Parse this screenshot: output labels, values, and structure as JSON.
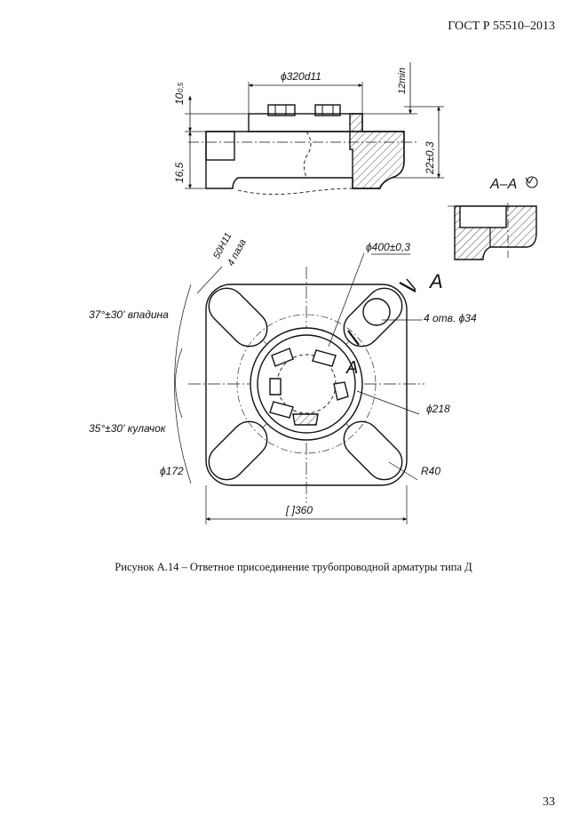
{
  "header": {
    "standard": "ГОСТ Р 55510–2013"
  },
  "figure": {
    "caption": "Рисунок А.14 – Ответное присоединение трубопроводной арматуры типа Д",
    "labels": {
      "d_top": "ϕ320d11",
      "dim_10": "10",
      "dim_10_tol": "0,5",
      "dim_12": "12min",
      "dim_16": "16,5",
      "dim_22": "22±0,3",
      "section": "А–А",
      "slot": "50H11",
      "slot_count": "4 паза",
      "d400": "ϕ400±0,3",
      "cut_a1": "А",
      "cut_a2": "А",
      "holes": "4 отв. ϕ34",
      "angle_37": "37°±30' впадина",
      "angle_35": "35°±30' кулачок",
      "d218": "ϕ218",
      "d172": "ϕ172",
      "r40": "R40",
      "sq360": "[ ]360"
    }
  },
  "footer": {
    "page_number": "33"
  }
}
